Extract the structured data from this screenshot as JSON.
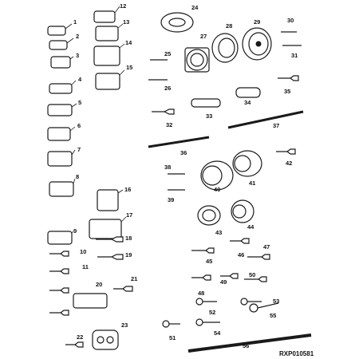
{
  "figure": {
    "reference_code": "RXP010581",
    "callouts": [
      "1",
      "2",
      "3",
      "4",
      "5",
      "6",
      "7",
      "8",
      "9",
      "10",
      "11",
      "12",
      "13",
      "14",
      "15",
      "16",
      "17",
      "18",
      "19",
      "20",
      "21",
      "22",
      "23",
      "24",
      "25",
      "26",
      "27",
      "28",
      "29",
      "30",
      "31",
      "32",
      "33",
      "34",
      "35",
      "36",
      "37",
      "38",
      "39",
      "40",
      "41",
      "42",
      "43",
      "44",
      "45",
      "46",
      "47",
      "48",
      "49",
      "50",
      "51",
      "52",
      "53",
      "54",
      "55",
      "56"
    ]
  }
}
